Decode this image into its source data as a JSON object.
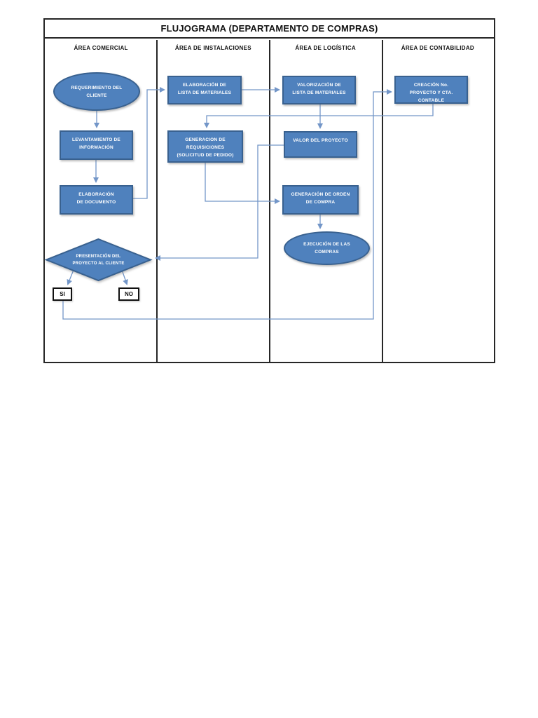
{
  "title": "FLUJOGRAMA (DEPARTAMENTO DE COMPRAS)",
  "columns": [
    {
      "label": "ÁREA COMERCIAL"
    },
    {
      "label": "ÁREA DE INSTALACIONES"
    },
    {
      "label": "ÁREA DE LOGÍSTICA"
    },
    {
      "label": "ÁREA DE CONTABILIDAD"
    }
  ],
  "nodes": {
    "requerimiento_cliente": {
      "label": "REQUERIMIENTO DEL CLIENTE",
      "type": "ellipse",
      "column": "ÁREA COMERCIAL"
    },
    "levantamiento_informacion": {
      "label": "LEVANTAMIENTO DE INFORMACIÓN",
      "type": "rect",
      "column": "ÁREA COMERCIAL"
    },
    "elaboracion_documento": {
      "label": "ELABORACIÓN DE DOCUMENTO",
      "type": "rect",
      "column": "ÁREA COMERCIAL"
    },
    "presentacion_proyecto": {
      "label": "PRESENTACIÓN DEL PROYECTO AL CLIENTE",
      "type": "decision",
      "column": "ÁREA COMERCIAL"
    },
    "opcion_si": {
      "label": "SI",
      "type": "label-box",
      "column": "ÁREA COMERCIAL"
    },
    "opcion_no": {
      "label": "NO",
      "type": "label-box",
      "column": "ÁREA COMERCIAL"
    },
    "elaboracion_lista": {
      "label": "ELABORACIÓN DE LISTA DE MATERIALES",
      "type": "rect",
      "column": "ÁREA DE INSTALACIONES"
    },
    "generacion_requisiciones": {
      "label": "GENERACION DE REQUISICIONES (SOLICITUD DE PEDIDO)",
      "type": "rect",
      "column": "ÁREA DE INSTALACIONES"
    },
    "valorizacion_lista": {
      "label": "VALORIZACIÓN DE LISTA DE MATERIALES",
      "type": "rect",
      "column": "ÁREA DE LOGÍSTICA"
    },
    "valor_proyecto": {
      "label": "VALOR DEL PROYECTO",
      "type": "rect",
      "column": "ÁREA DE LOGÍSTICA"
    },
    "generacion_orden_compra": {
      "label": "GENERACIÓN DE ORDEN DE COMPRA",
      "type": "rect",
      "column": "ÁREA DE LOGÍSTICA"
    },
    "ejecucion_compras": {
      "label": "EJECUCIÓN DE LAS COMPRAS",
      "type": "ellipse",
      "column": "ÁREA DE LOGÍSTICA"
    },
    "creacion_proyecto": {
      "label": "CREACIÓN No. PROYECTO Y CTA. CONTABLE",
      "type": "rect",
      "column": "ÁREA DE CONTABILIDAD"
    }
  },
  "edges": [
    {
      "from": "requerimiento_cliente",
      "to": "levantamiento_informacion"
    },
    {
      "from": "levantamiento_informacion",
      "to": "elaboracion_documento"
    },
    {
      "from": "elaboracion_documento",
      "to": "elaboracion_lista"
    },
    {
      "from": "elaboracion_lista",
      "to": "valorizacion_lista"
    },
    {
      "from": "valorizacion_lista",
      "to": "valor_proyecto"
    },
    {
      "from": "creacion_proyecto",
      "to": "generacion_requisiciones"
    },
    {
      "from": "generacion_requisiciones",
      "to": "generacion_orden_compra"
    },
    {
      "from": "valor_proyecto",
      "to": "presentacion_proyecto"
    },
    {
      "from": "generacion_orden_compra",
      "to": "ejecucion_compras"
    },
    {
      "from": "presentacion_proyecto",
      "to": "opcion_si"
    },
    {
      "from": "presentacion_proyecto",
      "to": "opcion_no"
    },
    {
      "from": "opcion_si",
      "to": "creacion_proyecto"
    }
  ],
  "colors": {
    "shape_fill": "#4f81bd",
    "shape_border": "#39618f",
    "shape_text": "#ffffff",
    "connector": "#7396c8",
    "table_border": "#262626",
    "page_bg": "#ffffff"
  }
}
